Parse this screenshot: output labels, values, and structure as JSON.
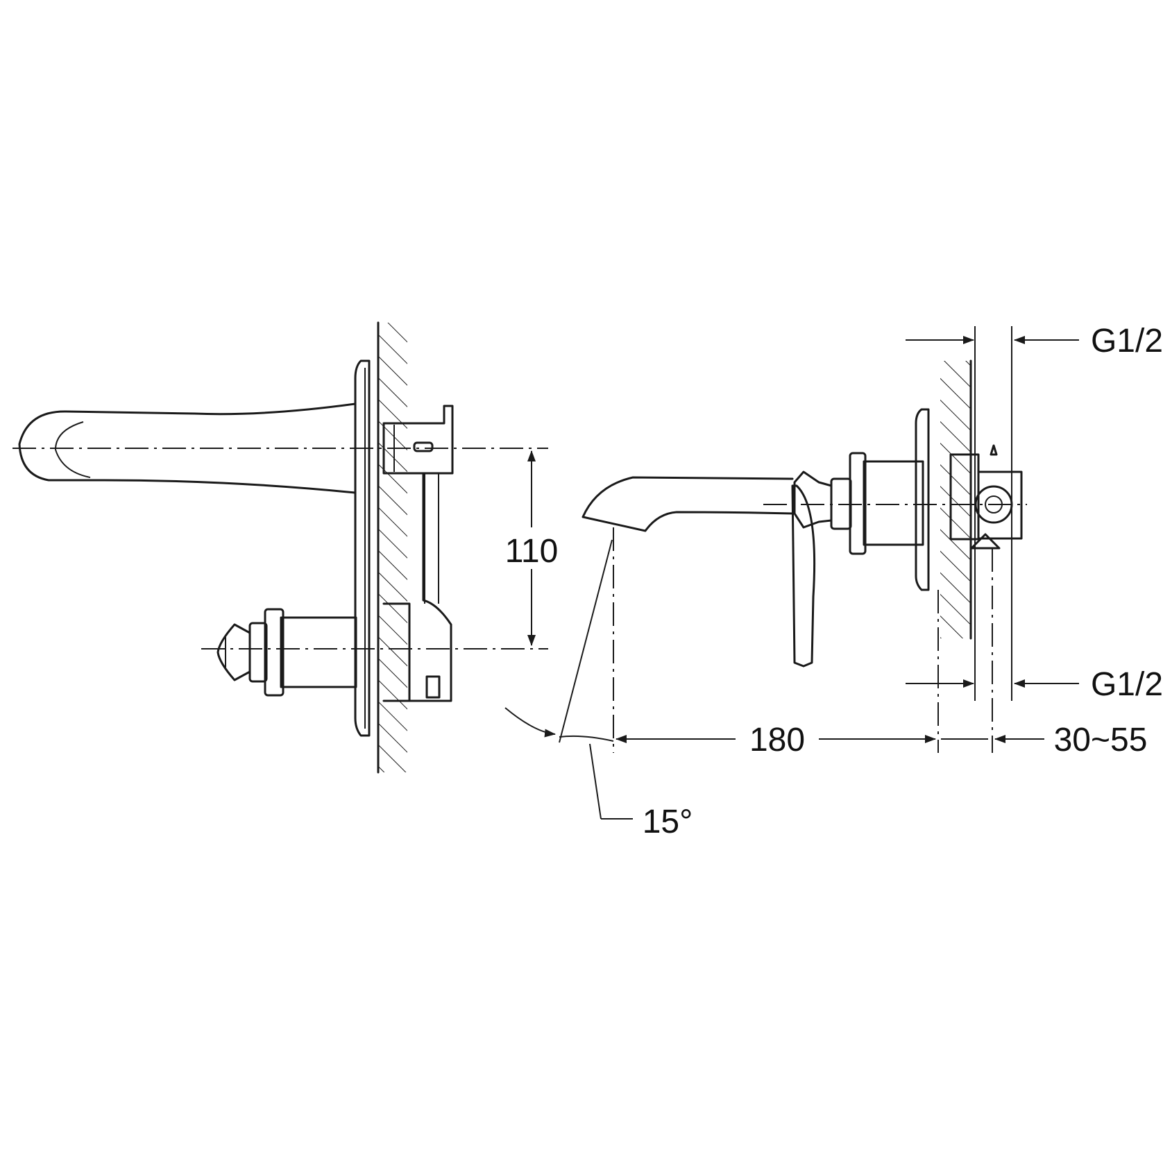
{
  "dimensions": {
    "outlet_height": "110",
    "spout_projection": "180",
    "wall_depth": "30~55",
    "inlet_top": "G1/2",
    "inlet_bottom": "G1/2",
    "handle_angle": "15°"
  }
}
